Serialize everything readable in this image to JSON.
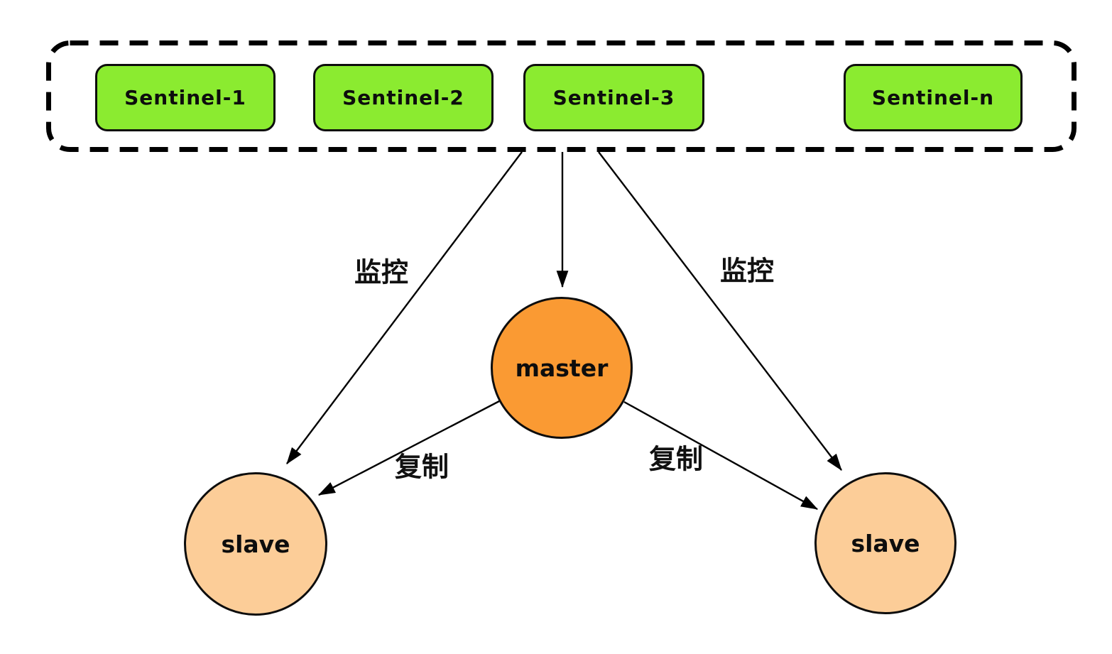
{
  "diagram": {
    "sentinel_group": {
      "description": "dashed group container of sentinel nodes",
      "sentinels": [
        {
          "id": "sentinel-1",
          "label": "Sentinel-1"
        },
        {
          "id": "sentinel-2",
          "label": "Sentinel-2"
        },
        {
          "id": "sentinel-3",
          "label": "Sentinel-3"
        },
        {
          "id": "sentinel-n",
          "label": "Sentinel-n"
        }
      ]
    },
    "nodes": {
      "master": {
        "label": "master"
      },
      "slave_left": {
        "label": "slave"
      },
      "slave_right": {
        "label": "slave"
      }
    },
    "edges": [
      {
        "from": "sentinel-group",
        "to": "slave-left",
        "label": "监控"
      },
      {
        "from": "sentinel-group",
        "to": "master",
        "label": ""
      },
      {
        "from": "sentinel-group",
        "to": "slave-right",
        "label": "监控"
      },
      {
        "from": "master",
        "to": "slave-left",
        "label": "复制"
      },
      {
        "from": "master",
        "to": "slave-right",
        "label": "复制"
      }
    ],
    "edge_labels": {
      "monitor_left": "监控",
      "monitor_right": "监控",
      "replicate_left": "复制",
      "replicate_right": "复制"
    },
    "colors": {
      "sentinel_fill": "#8BEB30",
      "master_fill": "#FA9A33",
      "slave_fill": "#FCCD98",
      "stroke": "#000000",
      "background": "#FFFFFF"
    }
  }
}
